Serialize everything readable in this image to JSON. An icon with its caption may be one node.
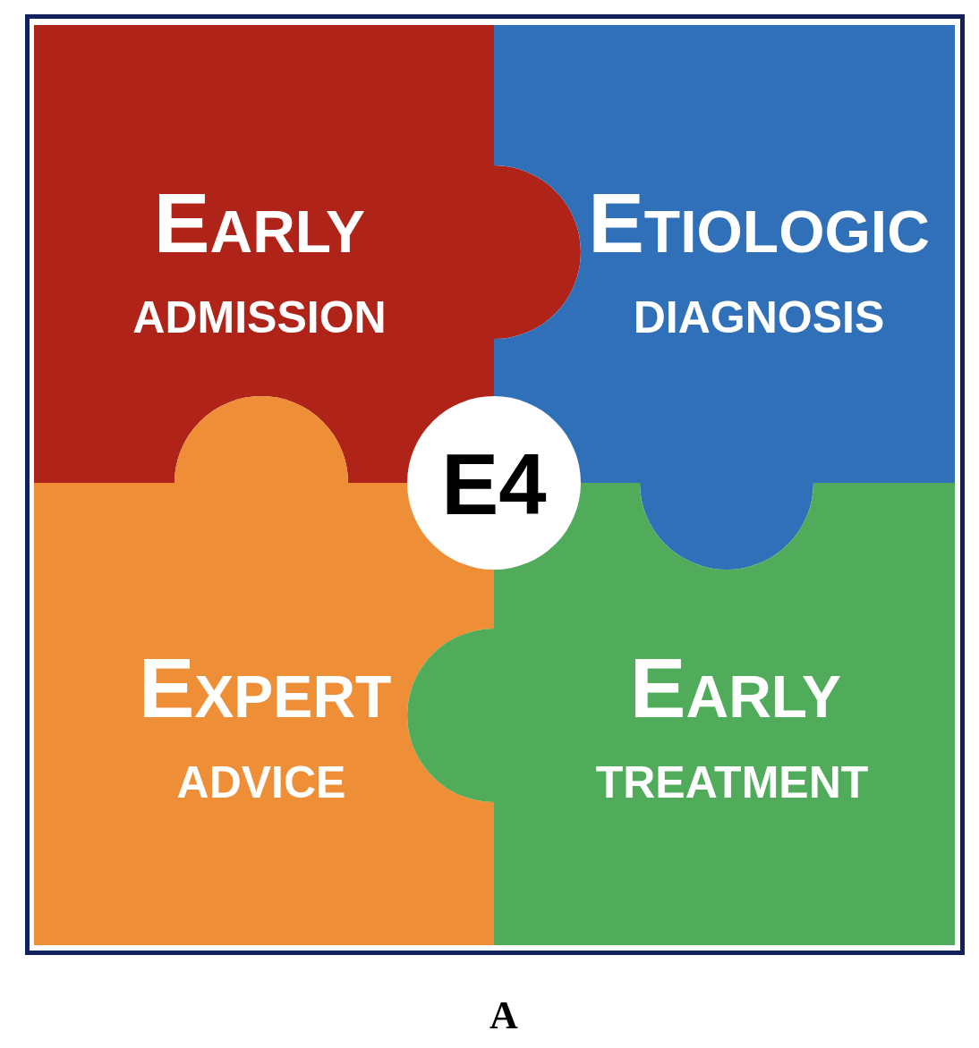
{
  "diagram": {
    "nodes": [
      {
        "text": [
          "Early",
          "ADMISSION"
        ]
      },
      {
        "text": [
          "Etiologic",
          "DIAGNOSIS"
        ]
      },
      {
        "text": [
          "E4"
        ]
      },
      {
        "text": [
          "Expert",
          "ADVICE"
        ]
      },
      {
        "text": [
          "Early",
          "TREATMENT"
        ]
      }
    ],
    "labels": [
      "A"
    ]
  }
}
